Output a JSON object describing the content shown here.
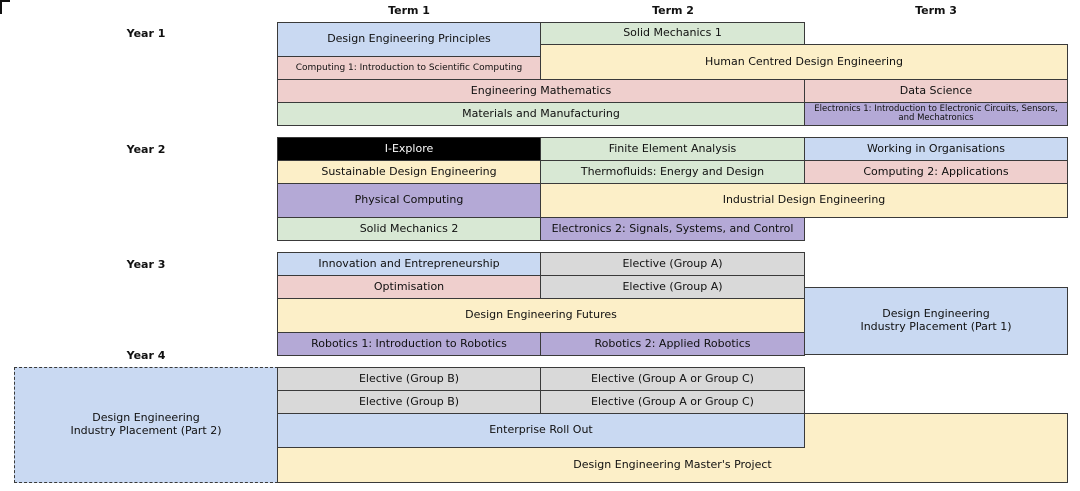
{
  "terms": [
    "Term 1",
    "Term 2",
    "Term 3"
  ],
  "years": [
    "Year 1",
    "Year 2",
    "Year 3",
    "Year 4"
  ],
  "modules": {
    "design_engineering_principles": "Design Engineering Principles",
    "solid_mechanics_1": "Solid Mechanics 1",
    "computing_1": "Computing 1: Introduction to Scientific Computing",
    "human_centred_design": "Human Centred Design Engineering",
    "engineering_mathematics": "Engineering Mathematics",
    "data_science": "Data Science",
    "materials_and_manufacturing": "Materials and Manufacturing",
    "electronics_1": "Electronics 1: Introduction to Electronic Circuits, Sensors, and Mechatronics",
    "i_explore": "I-Explore",
    "finite_element_analysis": "Finite Element Analysis",
    "working_in_organisations": "Working in Organisations",
    "sustainable_design": "Sustainable Design Engineering",
    "thermofluids": "Thermofluids: Energy and Design",
    "computing_2": "Computing 2: Applications",
    "physical_computing": "Physical Computing",
    "industrial_design": "Industrial Design Engineering",
    "solid_mechanics_2": "Solid Mechanics 2",
    "electronics_2": "Electronics 2: Signals, Systems, and Control",
    "innovation": "Innovation and Entrepreneurship",
    "elective_a_1": "Elective (Group A)",
    "optimisation": "Optimisation",
    "elective_a_2": "Elective (Group A)",
    "design_engineering_futures": "Design Engineering Futures",
    "placement_part1_line1": "Design Engineering",
    "placement_part1_line2": "Industry Placement (Part 1)",
    "robotics_1": "Robotics 1: Introduction to Robotics",
    "robotics_2": "Robotics 2: Applied Robotics",
    "placement_part2_line1": "Design Engineering",
    "placement_part2_line2": "Industry Placement (Part 2)",
    "elective_b_1": "Elective (Group B)",
    "elective_ac_1": "Elective (Group A or Group C)",
    "elective_b_2": "Elective (Group B)",
    "elective_ac_2": "Elective (Group A or Group C)",
    "enterprise_roll_out": "Enterprise Roll Out",
    "masters_project": "Design Engineering Master's Project"
  },
  "colors": {
    "blue": "#c9d9f2",
    "green": "#d8e8d4",
    "pink": "#efcfcd",
    "cream": "#fcefc8",
    "purple": "#b4a9d6",
    "black": "#000000",
    "grey": "#d9d9d9"
  }
}
